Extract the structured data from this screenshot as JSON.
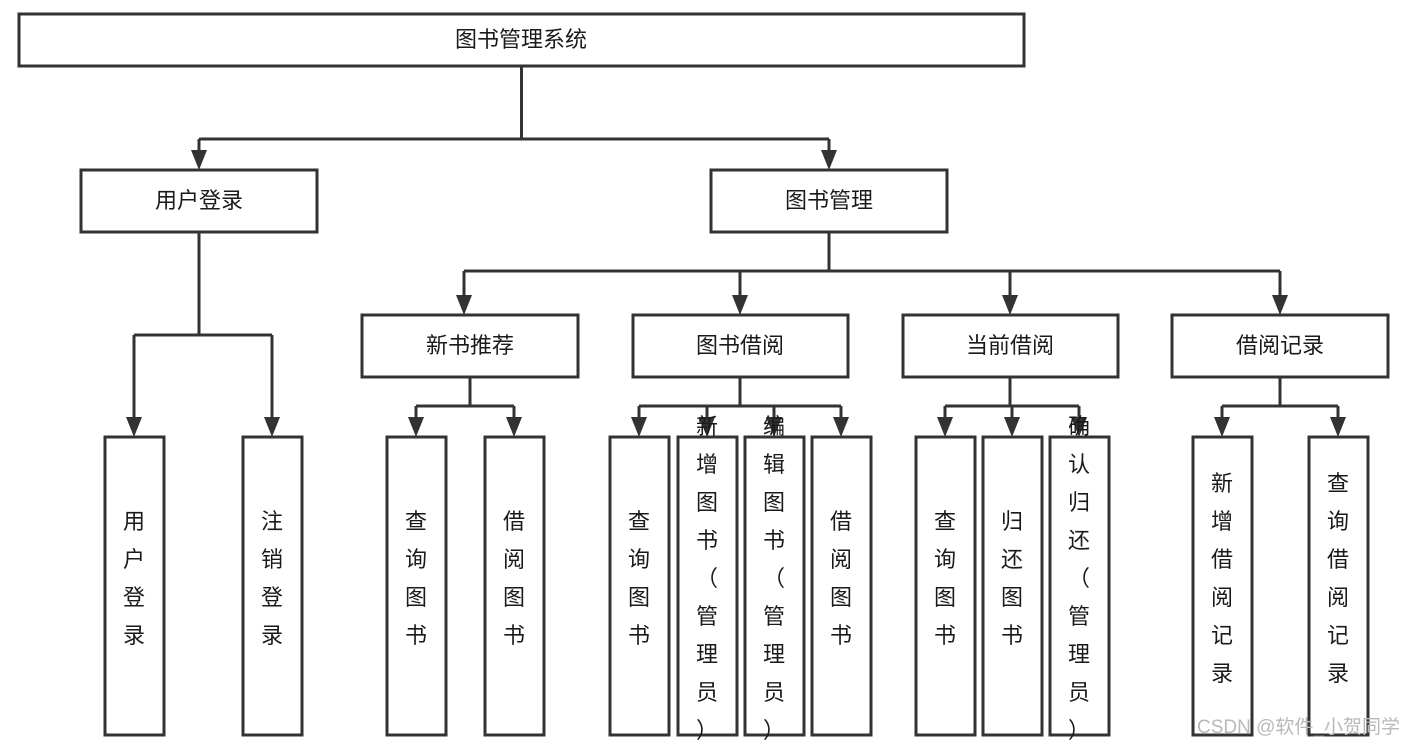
{
  "diagram": {
    "title": "图书管理系统",
    "type": "tree",
    "orientation": "top-down",
    "colors": {
      "stroke": "#333333",
      "box_fill": "#ffffff",
      "background": "#ffffff",
      "text": "#1a1a1a",
      "watermark": "#b9b9b9"
    },
    "root": {
      "id": "root",
      "label": "图书管理系统",
      "text_orientation": "horizontal"
    },
    "level1": [
      {
        "id": "n-user-login",
        "label": "用户登录",
        "text_orientation": "horizontal"
      },
      {
        "id": "n-book-manage",
        "label": "图书管理",
        "text_orientation": "horizontal"
      }
    ],
    "level2": [
      {
        "id": "n-new-book-rec",
        "label": "新书推荐",
        "parent": "n-book-manage",
        "text_orientation": "horizontal"
      },
      {
        "id": "n-book-borrow",
        "label": "图书借阅",
        "parent": "n-book-manage",
        "text_orientation": "horizontal"
      },
      {
        "id": "n-current-borrow",
        "label": "当前借阅",
        "parent": "n-book-manage",
        "text_orientation": "horizontal"
      },
      {
        "id": "n-borrow-record",
        "label": "借阅记录",
        "parent": "n-book-manage",
        "text_orientation": "horizontal"
      }
    ],
    "leaves": [
      {
        "id": "leaf-user-login",
        "label": "用户登录",
        "parent": "n-user-login",
        "text_orientation": "vertical"
      },
      {
        "id": "leaf-logout",
        "label": "注销登录",
        "parent": "n-user-login",
        "text_orientation": "vertical"
      },
      {
        "id": "leaf-query-book-1",
        "label": "查询图书",
        "parent": "n-new-book-rec",
        "text_orientation": "vertical"
      },
      {
        "id": "leaf-borrow-book-1",
        "label": "借阅图书",
        "parent": "n-new-book-rec",
        "text_orientation": "vertical"
      },
      {
        "id": "leaf-query-book-2",
        "label": "查询图书",
        "parent": "n-book-borrow",
        "text_orientation": "vertical"
      },
      {
        "id": "leaf-add-book",
        "label": "新增图书（管理员）",
        "parent": "n-book-borrow",
        "text_orientation": "vertical"
      },
      {
        "id": "leaf-edit-book",
        "label": "编辑图书（管理员）",
        "parent": "n-book-borrow",
        "text_orientation": "vertical"
      },
      {
        "id": "leaf-borrow-book-2",
        "label": "借阅图书",
        "parent": "n-book-borrow",
        "text_orientation": "vertical"
      },
      {
        "id": "leaf-query-book-3",
        "label": "查询图书",
        "parent": "n-current-borrow",
        "text_orientation": "vertical"
      },
      {
        "id": "leaf-return-book",
        "label": "归还图书",
        "parent": "n-current-borrow",
        "text_orientation": "vertical"
      },
      {
        "id": "leaf-confirm-return",
        "label": "确认归还（管理员）",
        "parent": "n-current-borrow",
        "text_orientation": "vertical"
      },
      {
        "id": "leaf-add-record",
        "label": "新增借阅记录",
        "parent": "n-borrow-record",
        "text_orientation": "vertical"
      },
      {
        "id": "leaf-query-record",
        "label": "查询借阅记录",
        "parent": "n-borrow-record",
        "text_orientation": "vertical"
      }
    ]
  },
  "watermark": {
    "text": "CSDN @软件_小贺同学"
  }
}
